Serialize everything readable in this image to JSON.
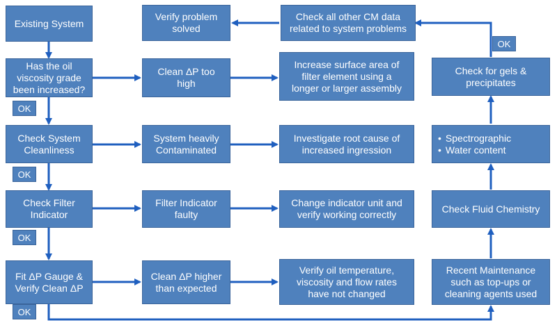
{
  "left_column": {
    "existing_system": "Existing System",
    "viscosity_question": "Has the oil\nviscosity grade\nbeen increased?",
    "check_cleanliness": "Check System\nCleanliness",
    "check_filter_indicator": "Check Filter\nIndicator",
    "fit_gauge": "Fit ΔP Gauge &\nVerify Clean ΔP"
  },
  "middle_column": {
    "verify_solved": "Verify problem\nsolved",
    "clean_dp_too_high": "Clean ΔP too\nhigh",
    "heavily_contaminated": "System heavily\nContaminated",
    "indicator_faulty": "Filter Indicator\nfaulty",
    "clean_dp_higher": "Clean ΔP higher\nthan expected"
  },
  "third_column": {
    "check_cm_data": "Check all other CM data\nrelated to system problems",
    "increase_surface_area": "Increase surface area of\nfilter element using a\nlonger or larger assembly",
    "investigate_root_cause": "Investigate root cause of\nincreased ingression",
    "change_indicator": "Change indicator unit and\nverify  working correctly",
    "verify_oil_temperature": "Verify oil temperature,\nviscosity and flow rates\nhave not changed"
  },
  "right_column": {
    "check_gels": "Check for gels &\nprecipitates",
    "analysis_items": [
      "Spectrographic",
      "Water content"
    ],
    "check_fluid_chemistry": "Check Fluid Chemistry",
    "recent_maintenance": "Recent Maintenance\nsuch as top-ups or\ncleaning agents used"
  },
  "ok_labels": [
    "OK",
    "OK",
    "OK",
    "OK",
    "OK"
  ],
  "colors": {
    "box_fill": "#4f81bd",
    "box_border": "#3a649a",
    "arrow": "#1f5fbf",
    "text": "#ffffff"
  }
}
